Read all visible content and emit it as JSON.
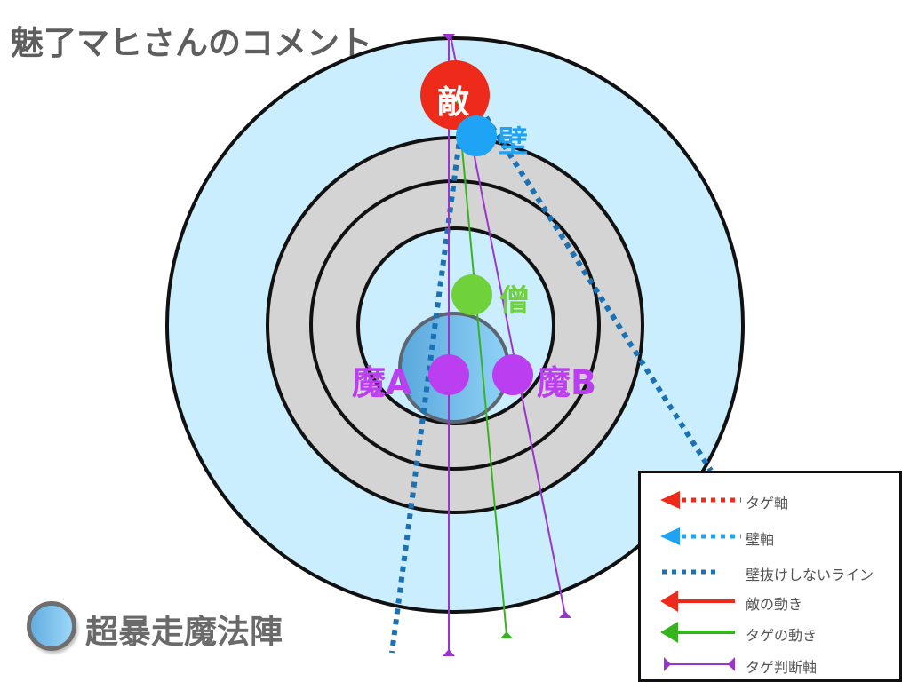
{
  "title": "魅了マヒさんのコメント",
  "colors": {
    "outer_fill": "#cbeeff",
    "ring_fill": "#d4d4d4",
    "ring_stroke": "#111111",
    "enemy": "#ee2a1b",
    "wall": "#1fa3f5",
    "priest": "#6fd23a",
    "mage": "#bb3ef0",
    "tank_line": "#1a72b5",
    "judge_line": "#9a35c9",
    "tag_move": "#38b320",
    "magic_circle_stroke": "#5d6670"
  },
  "units": {
    "enemy": {
      "label": "敵"
    },
    "wall": {
      "label": "壁"
    },
    "priest": {
      "label": "僧"
    },
    "mage_a": {
      "label": "魔A"
    },
    "mage_b": {
      "label": "魔B"
    }
  },
  "key": {
    "icon": "magic-circle-icon",
    "label": "超暴走魔法陣"
  },
  "legend": {
    "items": [
      {
        "icon": "red-dotted-arrow-icon",
        "label": "タゲ軸"
      },
      {
        "icon": "blue-dotted-arrow-icon",
        "label": "壁軸"
      },
      {
        "icon": "dark-blue-dotted-line-icon",
        "label": "壁抜けしないライン"
      },
      {
        "icon": "red-arrow-icon",
        "label": "敵の動き"
      },
      {
        "icon": "green-arrow-icon",
        "label": "タゲの動き"
      },
      {
        "icon": "purple-bar-icon",
        "label": "タゲ判断軸"
      }
    ]
  }
}
